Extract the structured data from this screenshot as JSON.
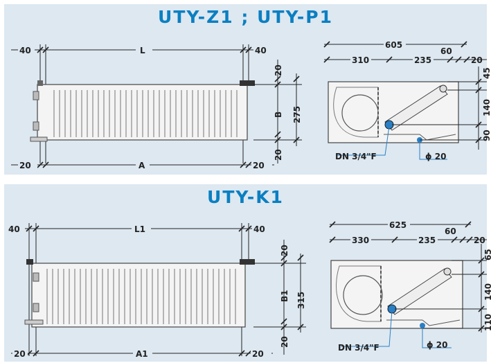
{
  "top": {
    "title": "UTY-Z1 ; UTY-P1",
    "front": {
      "left_offset": "40",
      "length": "L",
      "right_offset": "40",
      "bottom_left": "20",
      "bottom_length": "A",
      "bottom_right": "20",
      "top_gap": "20",
      "height_b": "B",
      "bottom_gap": "20",
      "total_height": "275"
    },
    "side": {
      "width": "605",
      "left_part": "310",
      "mid_part": "235",
      "right_part": "60",
      "edge": "20",
      "v_top": "45",
      "v_mid": "140",
      "v_low": "90",
      "connection_label": "DN 3/4\"F",
      "drain_label": "ϕ 20"
    }
  },
  "bottom": {
    "title": "UTY-K1",
    "front": {
      "left_offset": "40",
      "length": "L1",
      "right_offset": "40",
      "bottom_left": "20",
      "bottom_length": "A1",
      "bottom_right": "20",
      "top_gap": "20",
      "height_b": "B1",
      "bottom_gap": "20",
      "total_height": "315"
    },
    "side": {
      "width": "625",
      "left_part": "330",
      "mid_part": "235",
      "right_part": "60",
      "edge": "20",
      "v_top": "65",
      "v_mid": "140",
      "v_low": "110",
      "connection_label": "DN 3/4\"F",
      "drain_label": "ϕ 20"
    }
  },
  "colors": {
    "panel_bg": "#dde8f1",
    "title": "#0b7fc1",
    "connector": "#2a7fc4"
  }
}
